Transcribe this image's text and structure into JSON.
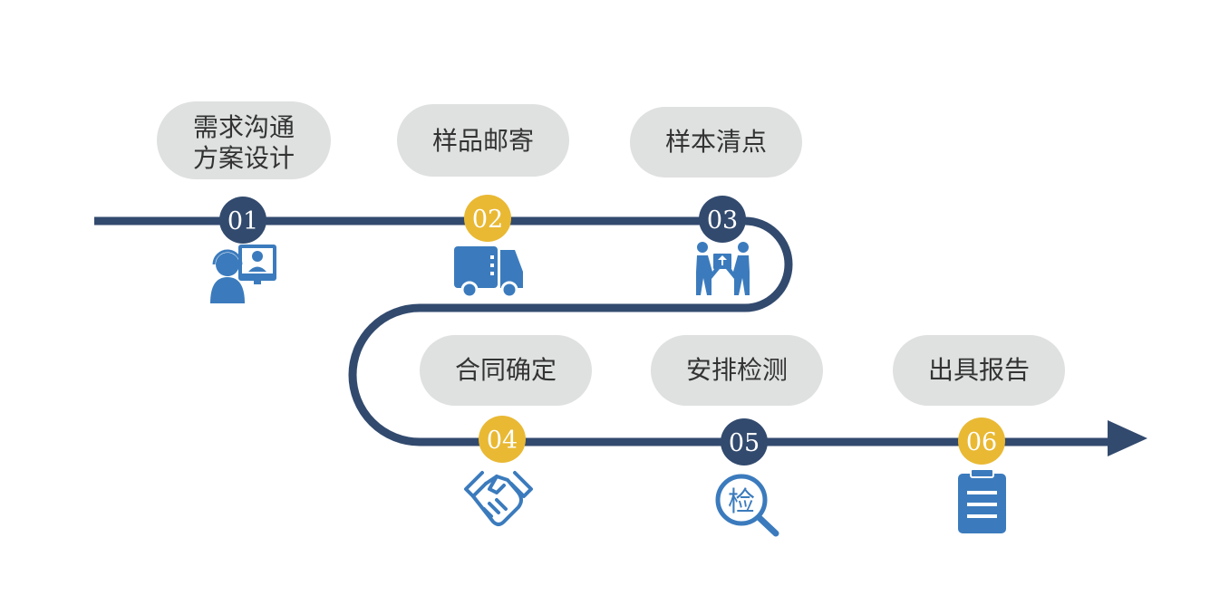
{
  "colors": {
    "path": "#324a6e",
    "dark_node": "#324a6e",
    "gold_node": "#e9b934",
    "pill": "#dfe0e0",
    "icon_blue": "#3b7bbd"
  },
  "steps": [
    {
      "number": "01",
      "label_lines": [
        "需求沟通",
        "方案设计"
      ],
      "node_color": "dark",
      "icon": "customer-service-icon"
    },
    {
      "number": "02",
      "label_lines": [
        "样品邮寄"
      ],
      "node_color": "gold",
      "icon": "delivery-truck-icon"
    },
    {
      "number": "03",
      "label_lines": [
        "样本清点"
      ],
      "node_color": "dark",
      "icon": "package-handover-icon"
    },
    {
      "number": "04",
      "label_lines": [
        "合同确定"
      ],
      "node_color": "gold",
      "icon": "handshake-icon"
    },
    {
      "number": "05",
      "label_lines": [
        "安排检测"
      ],
      "node_color": "dark",
      "icon": "inspection-magnifier-icon",
      "icon_text": "检"
    },
    {
      "number": "06",
      "label_lines": [
        "出具报告"
      ],
      "node_color": "gold",
      "icon": "clipboard-report-icon"
    }
  ]
}
